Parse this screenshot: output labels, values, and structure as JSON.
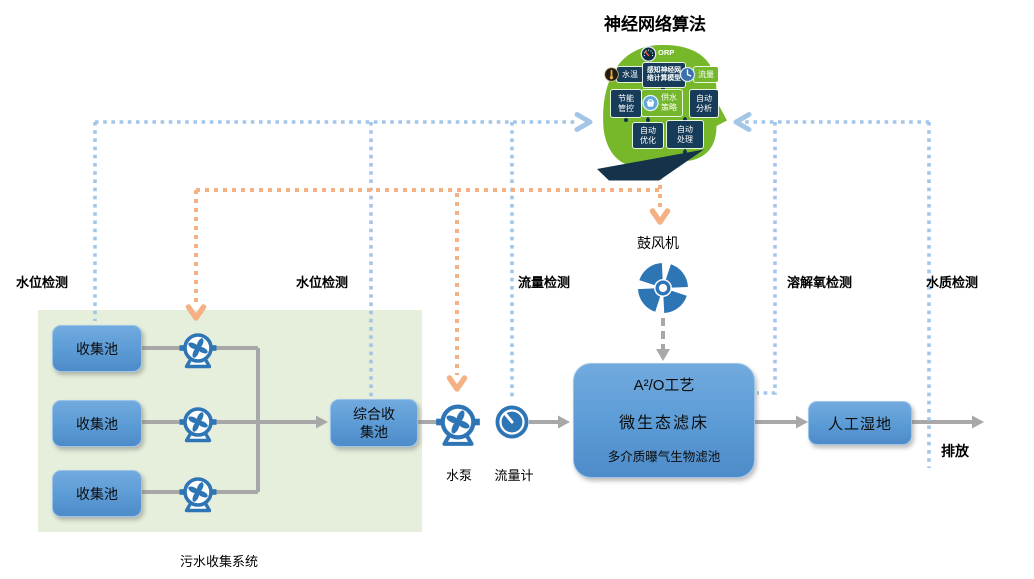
{
  "title": "神经网络算法",
  "brain": {
    "orp": "ORP",
    "water_temp": "水温",
    "flow": "流量",
    "model": {
      "l1": "感知神经网",
      "l2": "络计算模型"
    },
    "energy": {
      "l1": "节能",
      "l2": "管控"
    },
    "supply": {
      "l1": "供水",
      "l2": "策略"
    },
    "analysis": {
      "l1": "自动",
      "l2": "分析"
    },
    "optimize": {
      "l1": "自动",
      "l2": "优化"
    },
    "process": {
      "l1": "自动",
      "l2": "处理"
    }
  },
  "blower": {
    "label": "鼓风机"
  },
  "sensors": {
    "level1": "水位检测",
    "level2": "水位检测",
    "flow": "流量检测",
    "dissolved_oxygen": "溶解氧检测",
    "quality": "水质检测"
  },
  "collection": {
    "pools": [
      "收集池",
      "收集池",
      "收集池"
    ],
    "combined": {
      "l1": "综合收",
      "l2": "集池"
    },
    "system_label": "污水收集系统"
  },
  "treatment": {
    "pump_label": "水泵",
    "flowmeter_label": "流量计",
    "reactor": {
      "l1": "A²/O工艺",
      "l2": "微生态滤床",
      "l3": "多介质曝气生物滤池"
    },
    "wetland": "人工湿地",
    "discharge": "排放"
  },
  "colors": {
    "box_blue": "#5b9bd5",
    "icon_blue": "#2e75b6",
    "dotted_blue": "#a3c6e8",
    "dotted_orange": "#f5b183",
    "line_gray": "#a8a8a8",
    "panel_green": "#e6efdb",
    "head_green": "#76b82a",
    "head_navy": "#14334a"
  }
}
